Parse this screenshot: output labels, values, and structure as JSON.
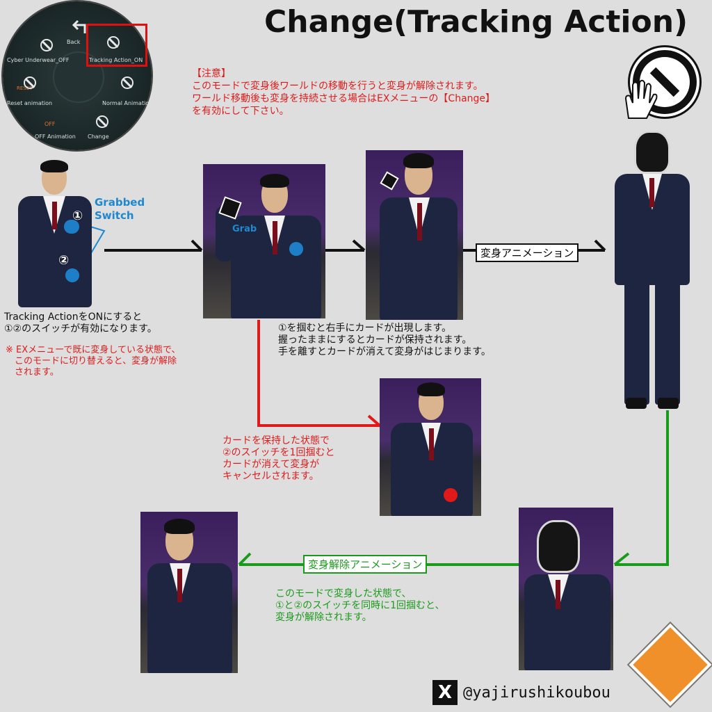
{
  "title": "Change(Tracking Action)",
  "menu": {
    "items": [
      "Back",
      "Tracking Action_ON",
      "Normal Animation",
      "Change",
      "OFF Animation",
      "Reset animation",
      "Cyber Underwear_OFF"
    ],
    "icon_labels": [
      "RESET",
      "OFF"
    ]
  },
  "caution": "【注意】\nこのモードで変身後ワールドの移動を行うと変身が解除されます。\nワールド移動後も変身を持続させる場合はEXメニューの【Change】\nを有効にして下さい。",
  "grabbed_switch": "Grabbed\nSwitch",
  "switch_numbers": [
    "①",
    "②"
  ],
  "grab_label": "Grab",
  "intro_text": "Tracking ActionをONにすると\n①②のスイッチが有効になります。",
  "warning_text": "※ EXメニューで既に変身している状態で、\n　このモードに切り替えると、変身が解除\n　されます。",
  "transform_label": "変身アニメーション",
  "card_text": "①を掴むと右手にカードが出現します。\n握ったままにするとカードが保持されます。\n手を離すとカードが消えて変身がはじまります。",
  "cancel_text": "カードを保持した状態で\n②のスイッチを1回掴むと\nカードが消えて変身が\nキャンセルされます。",
  "release_label": "変身解除アニメーション",
  "release_text": "このモードで変身した状態で、\n①と②のスイッチを同時に1回掴むと、\n変身が解除されます。",
  "credit": "@yajirushikoubou",
  "colors": {
    "red": "#e01a1a",
    "blue": "#1e88d0",
    "green": "#1a9a1a"
  }
}
